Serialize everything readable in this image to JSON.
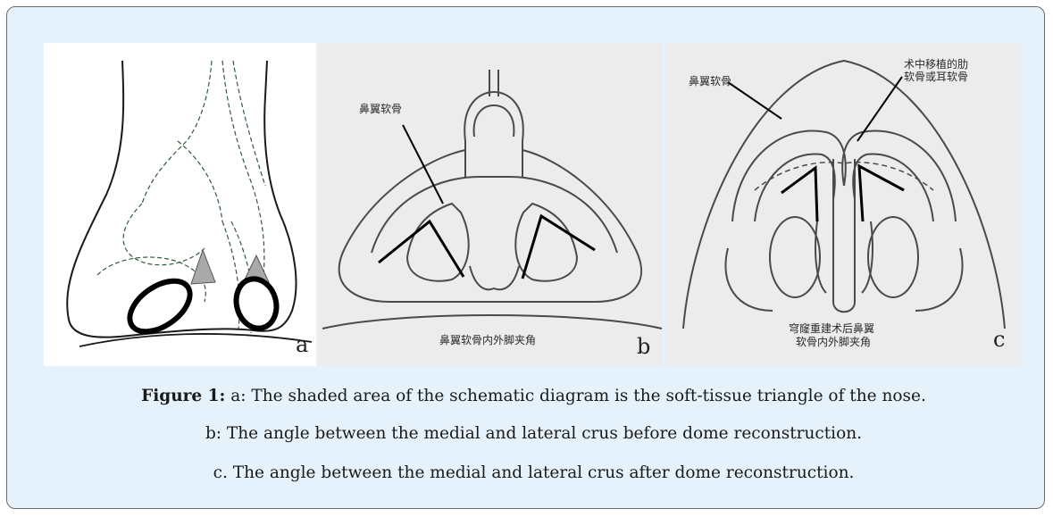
{
  "figure": {
    "label": "Figure 1:",
    "caption_a": " a: The shaded area of the schematic diagram is the soft-tissue triangle of the nose.",
    "caption_b": "b: The angle between the medial and lateral crus before dome reconstruction.",
    "caption_c": "c. The angle between the medial and lateral crus after dome reconstruction."
  },
  "panels": {
    "a": {
      "letter": "a"
    },
    "b": {
      "letter": "b",
      "label_cartilage": "鼻翼软骨",
      "bottom_label": "鼻翼软骨内外脚夹角"
    },
    "c": {
      "letter": "c",
      "label_cartilage": "鼻翼软骨",
      "label_graft_line1": "术中移植的肋",
      "label_graft_line2": "软骨或耳软骨",
      "bottom_label_line1": "穹窿重建术后鼻翼",
      "bottom_label_line2": "软骨内外脚夹角"
    }
  },
  "colors": {
    "frame_bg": "#e6f2fb",
    "frame_border": "#6b6b6b",
    "sketch_stroke": "#4a4a4a",
    "dashed_stroke": "#2f5b3a",
    "angle_lines": "#000000"
  }
}
